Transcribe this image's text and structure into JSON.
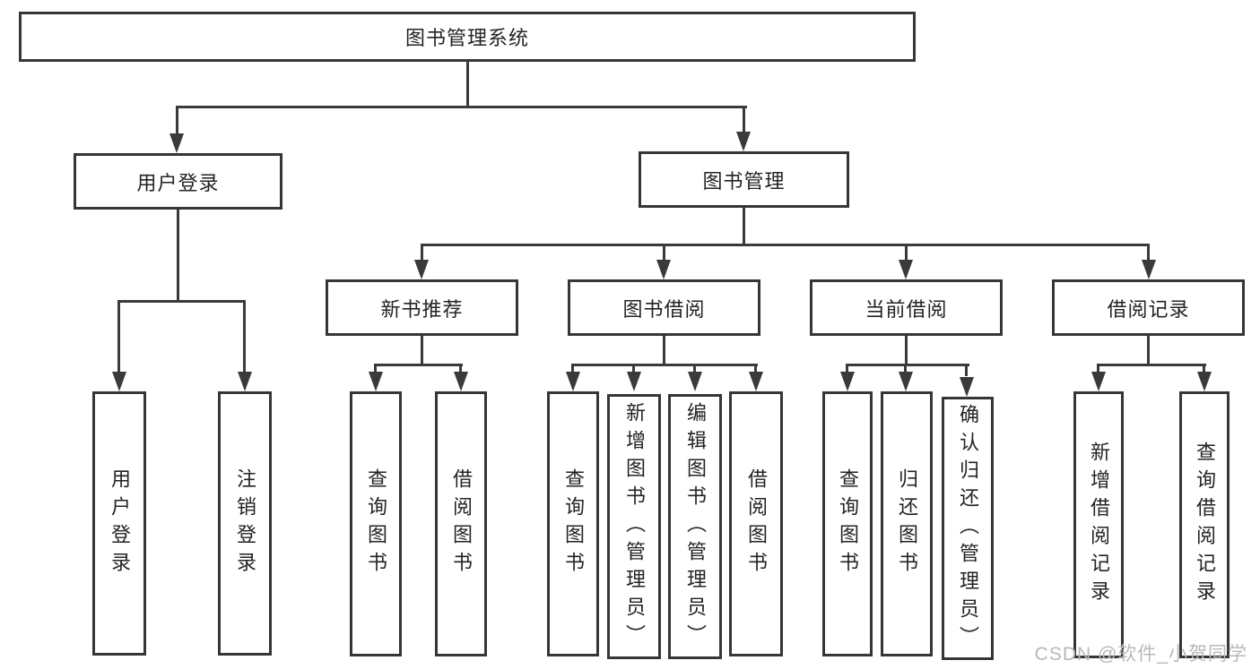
{
  "tree": {
    "label": "图书管理系统",
    "children": [
      {
        "label": "用户登录",
        "children": [
          {
            "label": "用户登录"
          },
          {
            "label": "注销登录"
          }
        ]
      },
      {
        "label": "图书管理",
        "children": [
          {
            "label": "新书推荐",
            "children": [
              {
                "label": "查询图书"
              },
              {
                "label": "借阅图书"
              }
            ]
          },
          {
            "label": "图书借阅",
            "children": [
              {
                "label": "查询图书"
              },
              {
                "label": "新增图书（管理员）"
              },
              {
                "label": "编辑图书（管理员）"
              },
              {
                "label": "借阅图书"
              }
            ]
          },
          {
            "label": "当前借阅",
            "children": [
              {
                "label": "查询图书"
              },
              {
                "label": "归还图书"
              },
              {
                "label": "确认归还（管理员）"
              }
            ]
          },
          {
            "label": "借阅记录",
            "children": [
              {
                "label": "新增借阅记录"
              },
              {
                "label": "查询借阅记录"
              }
            ]
          }
        ]
      }
    ]
  },
  "watermark": {
    "text": "CSDN @软件_小贺同学"
  },
  "colors": {
    "line": "#3a3a3a",
    "box_border": "#363636",
    "text": "#232323",
    "watermark": "#b5b9bd",
    "background": "#ffffff"
  }
}
